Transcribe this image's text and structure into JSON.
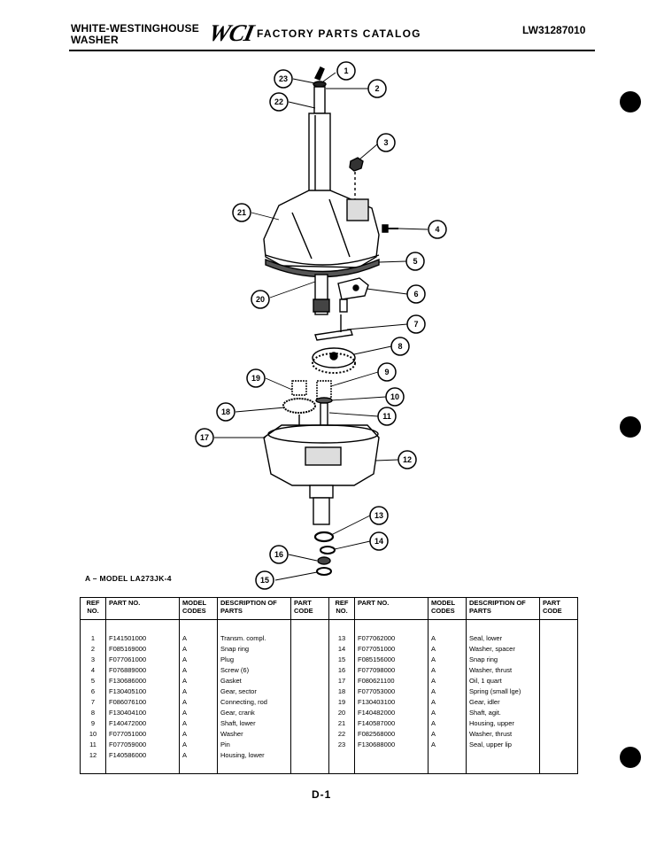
{
  "header": {
    "brand_line1": "WHITE-WESTINGHOUSE",
    "brand_line2": "WASHER",
    "logo_text": "WCI",
    "catalog_title": "FACTORY PARTS CATALOG",
    "catalog_number": "LW31287010"
  },
  "model_note": "A – MODEL LA273JK-4",
  "page_number": "D-1",
  "callouts": [
    "1",
    "2",
    "3",
    "4",
    "5",
    "6",
    "7",
    "8",
    "9",
    "10",
    "11",
    "12",
    "13",
    "14",
    "15",
    "16",
    "17",
    "18",
    "19",
    "20",
    "21",
    "22",
    "23"
  ],
  "table": {
    "headers": {
      "ref": "REF NO.",
      "part": "PART NO.",
      "model": "MODEL CODES",
      "desc": "DESCRIPTION OF PARTS",
      "code": "PART CODE"
    },
    "left": [
      {
        "ref": "1",
        "part": "F141501000",
        "model": "A",
        "desc": "Transm. compl."
      },
      {
        "ref": "2",
        "part": "F085169000",
        "model": "A",
        "desc": "Snap ring"
      },
      {
        "ref": "3",
        "part": "F077061000",
        "model": "A",
        "desc": "Plug"
      },
      {
        "ref": "4",
        "part": "F076889000",
        "model": "A",
        "desc": "Screw (6)"
      },
      {
        "ref": "5",
        "part": "F130686000",
        "model": "A",
        "desc": "Gasket"
      },
      {
        "ref": "6",
        "part": "F130405100",
        "model": "A",
        "desc": "Gear, sector"
      },
      {
        "ref": "7",
        "part": "F086076100",
        "model": "A",
        "desc": "Connecting, rod"
      },
      {
        "ref": "8",
        "part": "F130404100",
        "model": "A",
        "desc": "Gear, crank"
      },
      {
        "ref": "9",
        "part": "F140472000",
        "model": "A",
        "desc": "Shaft, lower"
      },
      {
        "ref": "10",
        "part": "F077051000",
        "model": "A",
        "desc": "Washer"
      },
      {
        "ref": "11",
        "part": "F077059000",
        "model": "A",
        "desc": "Pin"
      },
      {
        "ref": "12",
        "part": "F140586000",
        "model": "A",
        "desc": "Housing, lower"
      }
    ],
    "right": [
      {
        "ref": "13",
        "part": "F077062000",
        "model": "A",
        "desc": "Seal, lower"
      },
      {
        "ref": "14",
        "part": "F077051000",
        "model": "A",
        "desc": "Washer, spacer"
      },
      {
        "ref": "15",
        "part": "F085156000",
        "model": "A",
        "desc": "Snap ring"
      },
      {
        "ref": "16",
        "part": "F077098000",
        "model": "A",
        "desc": "Washer, thrust"
      },
      {
        "ref": "17",
        "part": "F080621100",
        "model": "A",
        "desc": "Oil, 1 quart"
      },
      {
        "ref": "18",
        "part": "F077053000",
        "model": "A",
        "desc": "Spring (small lge)"
      },
      {
        "ref": "19",
        "part": "F130403100",
        "model": "A",
        "desc": "Gear, idler"
      },
      {
        "ref": "20",
        "part": "F140482000",
        "model": "A",
        "desc": "Shaft, agit."
      },
      {
        "ref": "21",
        "part": "F140587000",
        "model": "A",
        "desc": "Housing, upper"
      },
      {
        "ref": "22",
        "part": "F082568000",
        "model": "A",
        "desc": "Washer, thrust"
      },
      {
        "ref": "23",
        "part": "F130688000",
        "model": "A",
        "desc": "Seal, upper lip"
      }
    ]
  }
}
